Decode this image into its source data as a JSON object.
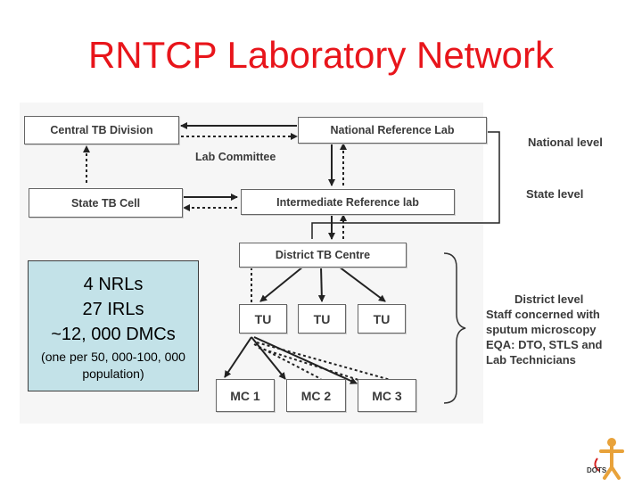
{
  "title": "RNTCP Laboratory Network",
  "boxes": {
    "central_tb_division": "Central TB Division",
    "national_reference_lab": "National Reference Lab",
    "state_tb_cell": "State TB Cell",
    "intermediate_reference_lab": "Intermediate Reference lab",
    "district_tb_centre": "District TB Centre",
    "tu": "TU",
    "mc1": "MC 1",
    "mc2": "MC 2",
    "mc3": "MC 3"
  },
  "labels": {
    "lab_committee": "Lab Committee",
    "national_level": "National level",
    "state_level": "State level",
    "district_level": "District level",
    "district_desc": [
      "Staff concerned with",
      "sputum microscopy",
      "EQA: DTO, STLS and",
      "Lab Technicians"
    ]
  },
  "callout": {
    "line1": "4 NRLs",
    "line2": "27 IRLs",
    "line3": "~12, 000 DMCs",
    "line4": "(one per 50, 000-100, 000 population)"
  },
  "logo": {
    "text": "DOTS",
    "colors": {
      "figure": "#e8a23a",
      "accent": "#d42020"
    }
  }
}
